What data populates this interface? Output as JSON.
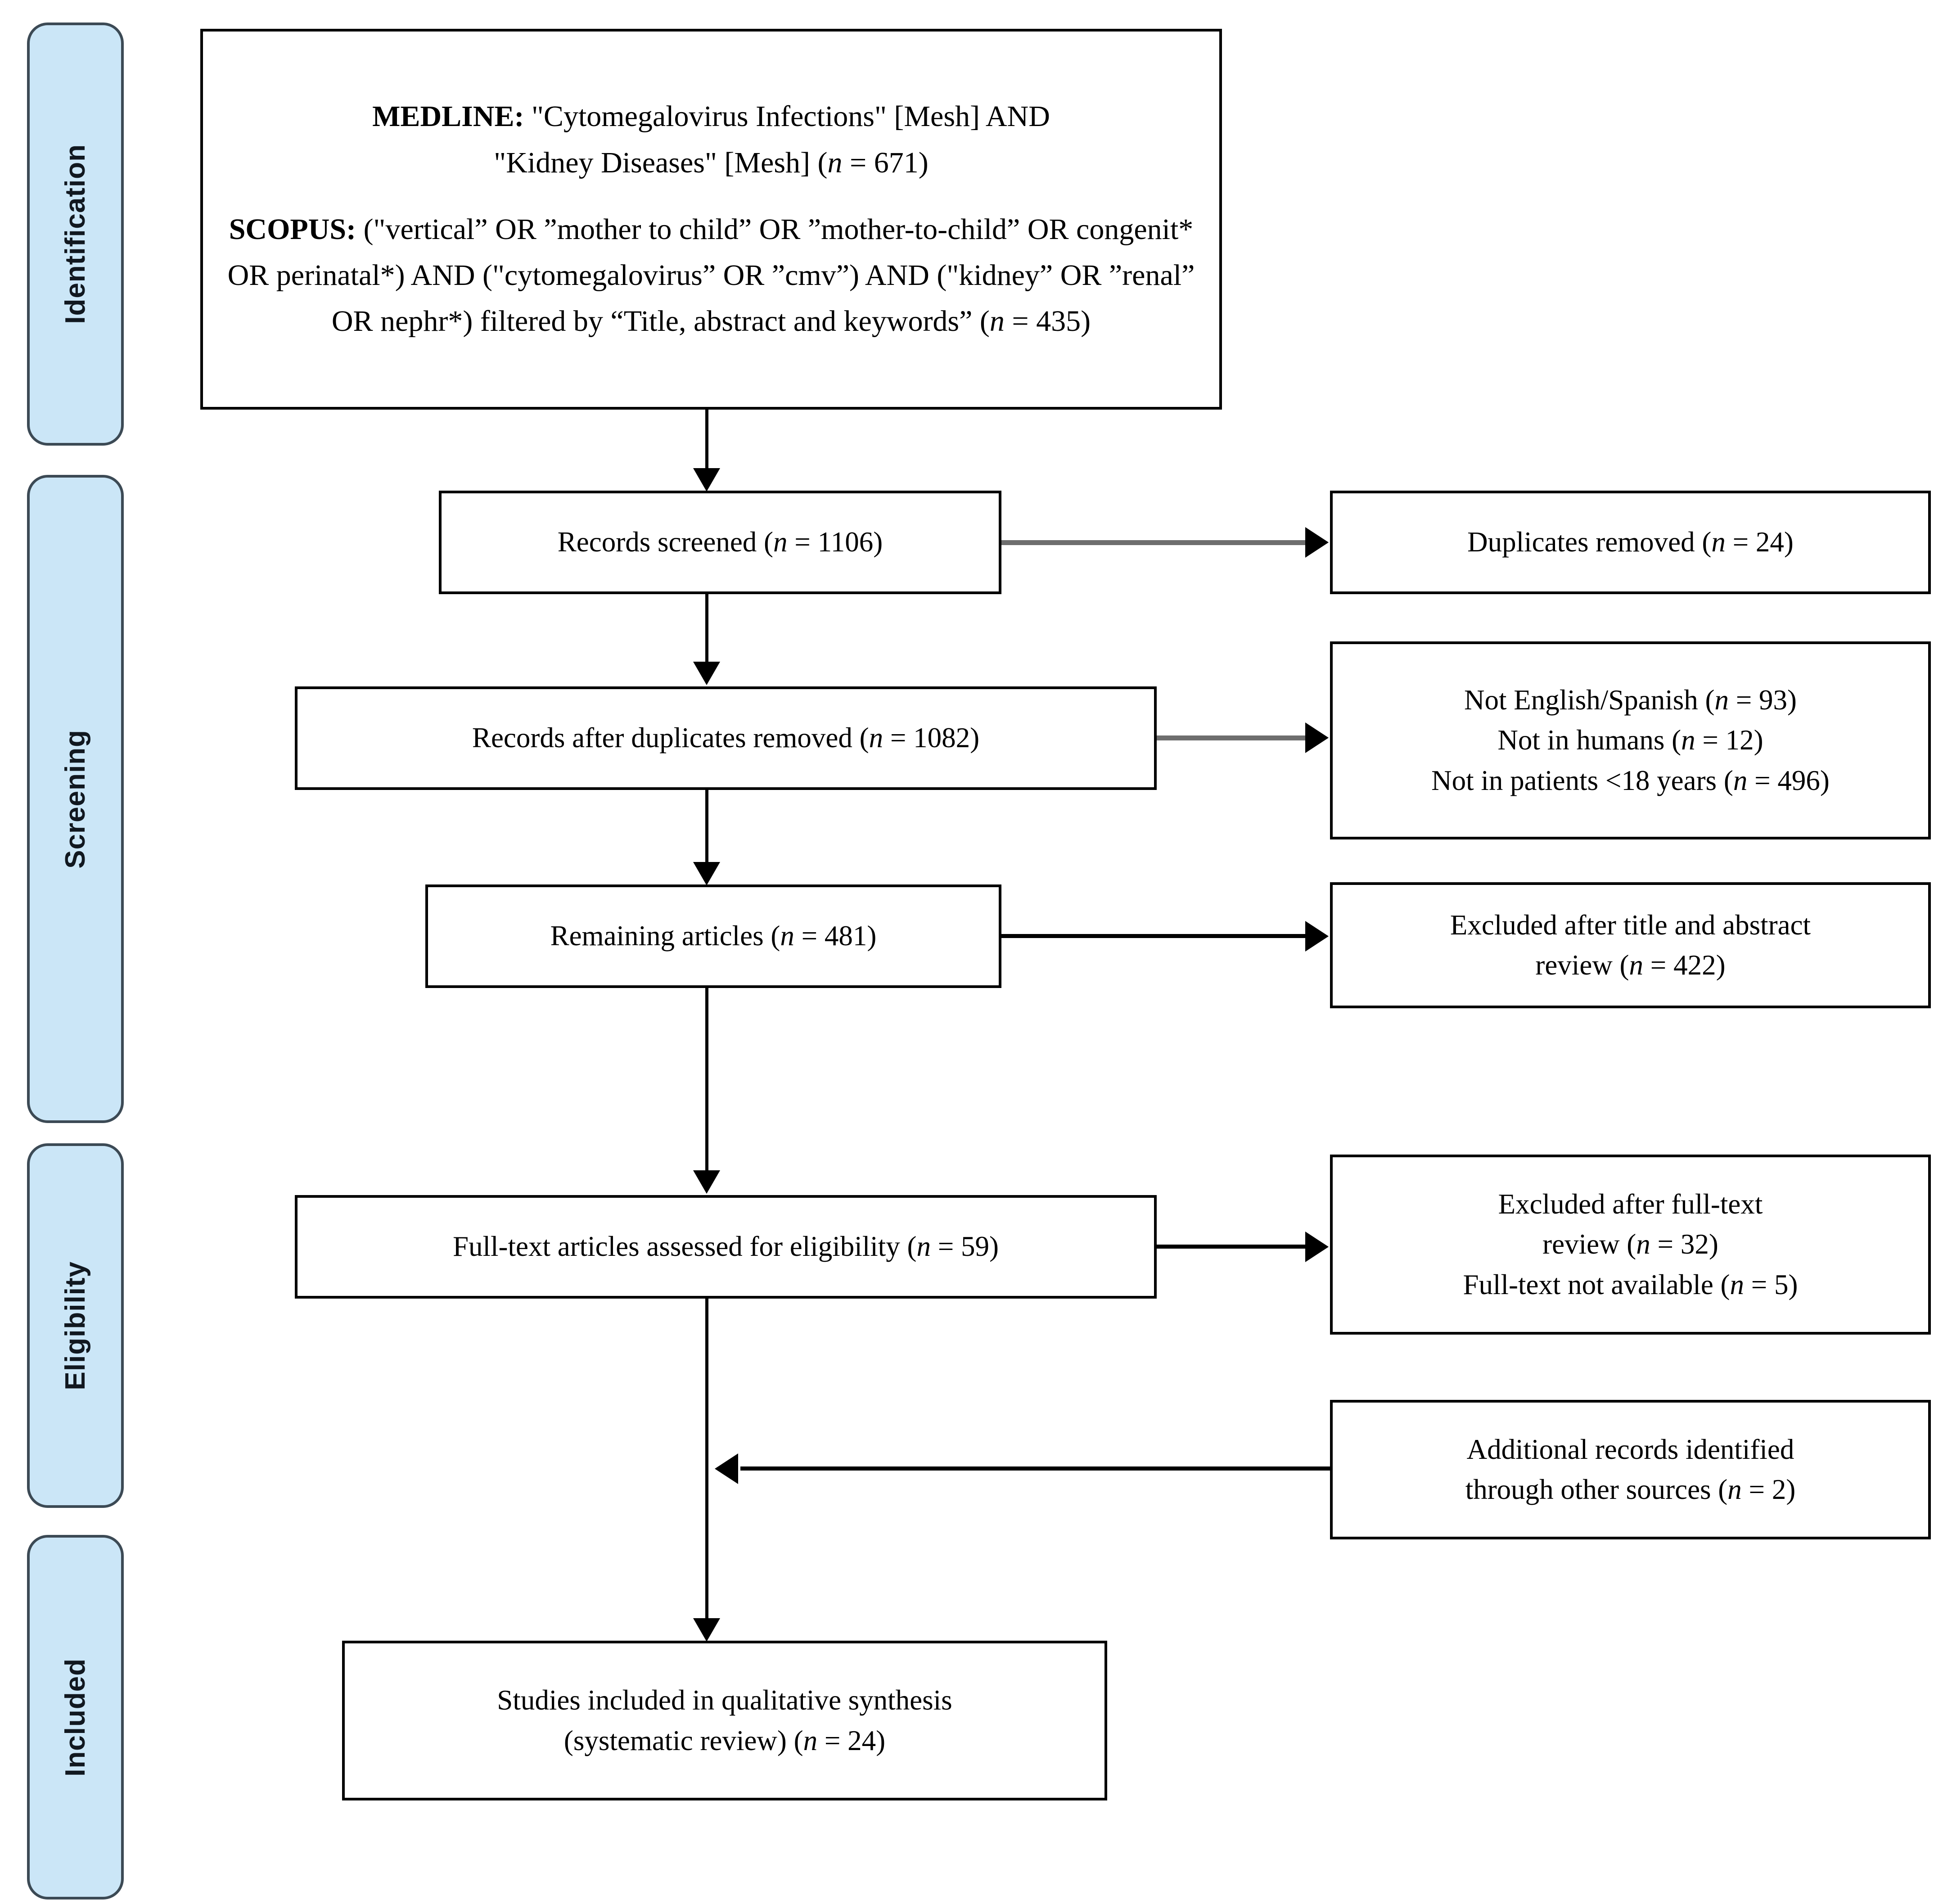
{
  "stages": [
    {
      "id": "identification",
      "label": "Identification"
    },
    {
      "id": "screening",
      "label": "Screening"
    },
    {
      "id": "eligibility",
      "label": "Eligibility"
    },
    {
      "id": "included",
      "label": "Included"
    }
  ],
  "sources_box": {
    "medline_label": "MEDLINE:",
    "medline_query_line1": " \"Cytomegalovirus Infections\" [Mesh] AND",
    "medline_query_line2": "\"Kidney Diseases\" [Mesh] (",
    "medline_n_var": "n",
    "medline_n_value": " = 671)",
    "scopus_label": "SCOPUS:",
    "scopus_query": " (\"vertical” OR ”mother to child” OR ”mother-to-child” OR congenit* OR perinatal*) AND (\"cytomegalovirus” OR ”cmv”) AND (\"kidney” OR ”renal” OR nephr*) filtered by “Title, abstract and keywords” (",
    "scopus_n_var": "n",
    "scopus_n_value": " = 435)"
  },
  "flow": {
    "records_screened": {
      "text": "Records screened (",
      "n_var": "n",
      "n_value": " = 1106)"
    },
    "duplicates_removed": {
      "text": "Duplicates removed (",
      "n_var": "n",
      "n_value": " = 24)"
    },
    "records_after_duplicates": {
      "text": "Records after duplicates removed (",
      "n_var": "n",
      "n_value": " = 1082)"
    },
    "screening_exclusions": [
      {
        "text": "Not English/Spanish (",
        "n_var": "n",
        "n_value": " = 93)"
      },
      {
        "text": "Not in humans (",
        "n_var": "n",
        "n_value": " = 12)"
      },
      {
        "text": "Not in patients <18 years (",
        "n_var": "n",
        "n_value": " = 496)"
      }
    ],
    "remaining_articles": {
      "text": "Remaining articles (",
      "n_var": "n",
      "n_value": " = 481)"
    },
    "excluded_title_abstract": {
      "line1": "Excluded after title and abstract",
      "line2": "review (",
      "n_var": "n",
      "n_value": " = 422)"
    },
    "full_text_assessed": {
      "text": "Full-text articles assessed for eligibility (",
      "n_var": "n",
      "n_value": " = 59)"
    },
    "fulltext_exclusions": [
      {
        "line1": "Excluded after full-text",
        "line2": "review (",
        "n_var": "n",
        "n_value": " = 32)"
      },
      {
        "line1": "Full-text not available (",
        "n_var": "n",
        "n_value": " = 5)",
        "line2": ""
      }
    ],
    "additional_records": {
      "line1": "Additional records identified",
      "line2": "through other sources (",
      "n_var": "n",
      "n_value": " = 2)"
    },
    "studies_included": {
      "line1": "Studies included in qualitative synthesis",
      "line2": "(systematic review) (",
      "n_var": "n",
      "n_value": " = 24)"
    }
  },
  "colors": {
    "stage_fill": "#cbe6f7",
    "stage_border": "#3c4a55",
    "box_border": "#000000",
    "connector": "#000000",
    "connector_grey": "#6e6e6e",
    "background": "#ffffff"
  }
}
